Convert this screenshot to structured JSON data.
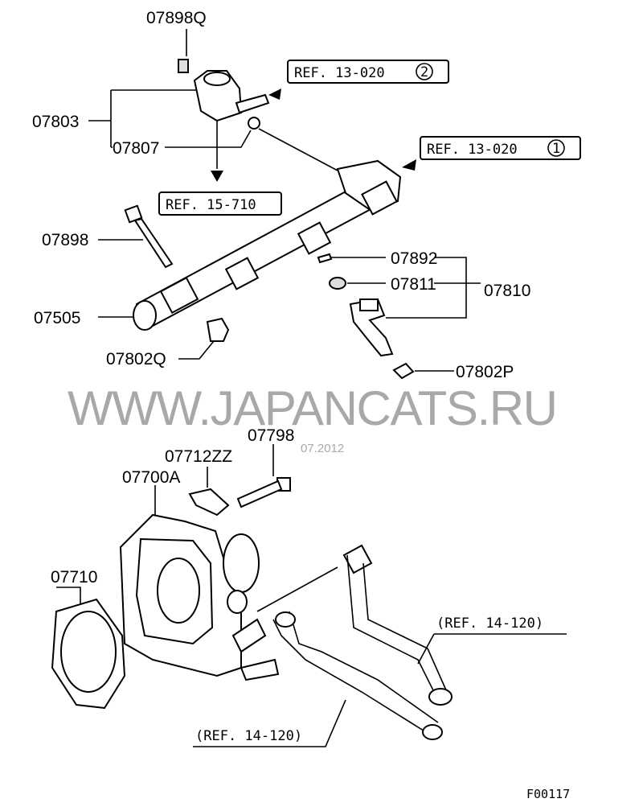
{
  "watermark": "WWW.JAPANCATS.RU",
  "watermark_date": "07.2012",
  "diagram_code": "F00117",
  "parts": {
    "p07898Q": "07898Q",
    "p07803": "07803",
    "p07807": "07807",
    "p07898": "07898",
    "p07892": "07892",
    "p07811": "07811",
    "p07810": "07810",
    "p07505": "07505",
    "p07802Q": "07802Q",
    "p07802P": "07802P",
    "p07798": "07798",
    "p07712ZZ": "07712ZZ",
    "p07700A": "07700A",
    "p07710": "07710"
  },
  "refs": {
    "ref_13_020_2": "REF. 13-020",
    "ref_13_020_2_circle": "2",
    "ref_13_020_1": "REF. 13-020",
    "ref_13_020_1_circle": "1",
    "ref_15_710": "REF. 15-710",
    "ref_14_120_upper": "(REF. 14-120)",
    "ref_14_120_lower": "(REF. 14-120)"
  }
}
